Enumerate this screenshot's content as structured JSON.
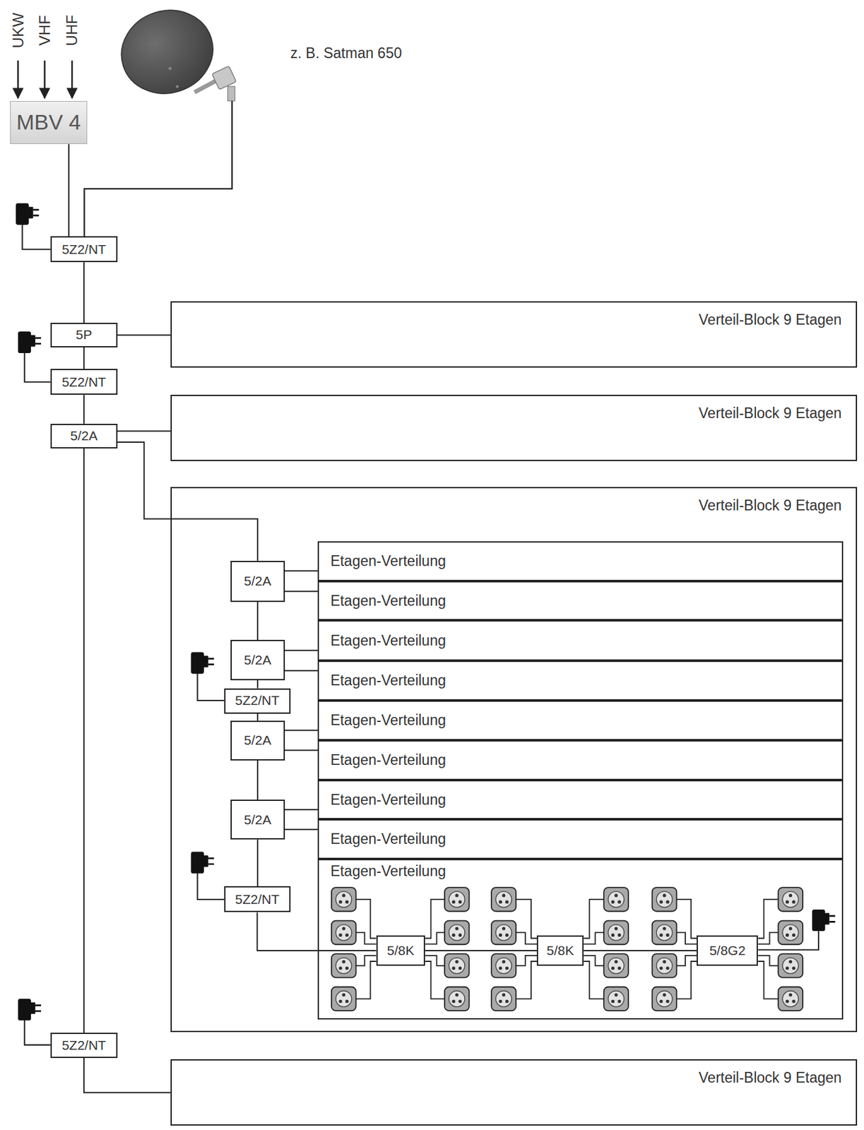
{
  "diagram": {
    "nodes": [
      {
        "text": [
          "MBV 4"
        ]
      },
      {
        "text": [
          "5Z2/NT"
        ]
      },
      {
        "text": [
          "5P"
        ]
      },
      {
        "text": [
          "Verteil-Block 9 Etagen"
        ]
      },
      {
        "text": [
          "5Z2/NT"
        ]
      },
      {
        "text": [
          "5/2A"
        ]
      },
      {
        "text": [
          "Verteil-Block 9 Etagen"
        ]
      },
      {
        "text": [
          "Verteil-Block 9 Etagen"
        ]
      },
      {
        "text": [
          "5/2A"
        ],
        "in": 7
      },
      {
        "text": [
          "Etagen-Verteilung"
        ],
        "in": 7
      },
      {
        "text": [
          "Etagen-Verteilung"
        ],
        "in": 7
      },
      {
        "text": [
          "5/2A"
        ],
        "in": 7
      },
      {
        "text": [
          "Etagen-Verteilung"
        ],
        "in": 7
      },
      {
        "text": [
          "Etagen-Verteilung"
        ],
        "in": 7
      },
      {
        "text": [
          "5Z2/NT"
        ],
        "in": 7
      },
      {
        "text": [
          "5/2A"
        ],
        "in": 7
      },
      {
        "text": [
          "Etagen-Verteilung"
        ],
        "in": 7
      },
      {
        "text": [
          "Etagen-Verteilung"
        ],
        "in": 7
      },
      {
        "text": [
          "5/2A"
        ],
        "in": 7
      },
      {
        "text": [
          "Etagen-Verteilung"
        ],
        "in": 7
      },
      {
        "text": [
          "Etagen-Verteilung"
        ],
        "in": 7
      },
      {
        "text": [
          "5Z2/NT"
        ],
        "in": 7
      },
      {
        "text": [
          "Etagen-Verteilung"
        ],
        "in": 7
      },
      {
        "text": [
          "5/8K"
        ],
        "in": 22
      },
      {
        "text": [
          "5/8K"
        ],
        "in": 22
      },
      {
        "text": [
          "5/8G2"
        ],
        "in": 22
      },
      {
        "text": [
          "5Z2/NT"
        ]
      },
      {
        "text": [
          "Verteil-Block 9 Etagen"
        ]
      }
    ],
    "edges": [
      {
        "from": 0,
        "to": 1,
        "arrow": "none"
      },
      {
        "from": 1,
        "to": 2,
        "arrow": "none"
      },
      {
        "from": 2,
        "to": 3,
        "arrow": "none"
      },
      {
        "from": 2,
        "to": 4,
        "arrow": "none"
      },
      {
        "from": 4,
        "to": 5,
        "arrow": "none"
      },
      {
        "from": 5,
        "to": 6,
        "arrow": "none"
      },
      {
        "from": 5,
        "to": 8,
        "arrow": "none"
      },
      {
        "from": 5,
        "to": 26,
        "arrow": "none"
      },
      {
        "from": 26,
        "to": 27,
        "arrow": "none"
      },
      {
        "from": 8,
        "to": 9,
        "arrow": "none"
      },
      {
        "from": 8,
        "to": 10,
        "arrow": "none"
      },
      {
        "from": 8,
        "to": 11,
        "arrow": "none"
      },
      {
        "from": 11,
        "to": 12,
        "arrow": "none"
      },
      {
        "from": 11,
        "to": 13,
        "arrow": "none"
      },
      {
        "from": 11,
        "to": 14,
        "arrow": "none"
      },
      {
        "from": 14,
        "to": 15,
        "arrow": "none"
      },
      {
        "from": 15,
        "to": 16,
        "arrow": "none"
      },
      {
        "from": 15,
        "to": 17,
        "arrow": "none"
      },
      {
        "from": 15,
        "to": 18,
        "arrow": "none"
      },
      {
        "from": 18,
        "to": 19,
        "arrow": "none"
      },
      {
        "from": 18,
        "to": 20,
        "arrow": "none"
      },
      {
        "from": 18,
        "to": 21,
        "arrow": "none"
      },
      {
        "from": 21,
        "to": 23,
        "arrow": "none"
      },
      {
        "from": 23,
        "to": 24,
        "arrow": "none"
      },
      {
        "from": 24,
        "to": 25,
        "arrow": "none"
      }
    ],
    "labels": [
      "UKW",
      "VHF",
      "UHF",
      "z. B. Satman 650"
    ]
  }
}
